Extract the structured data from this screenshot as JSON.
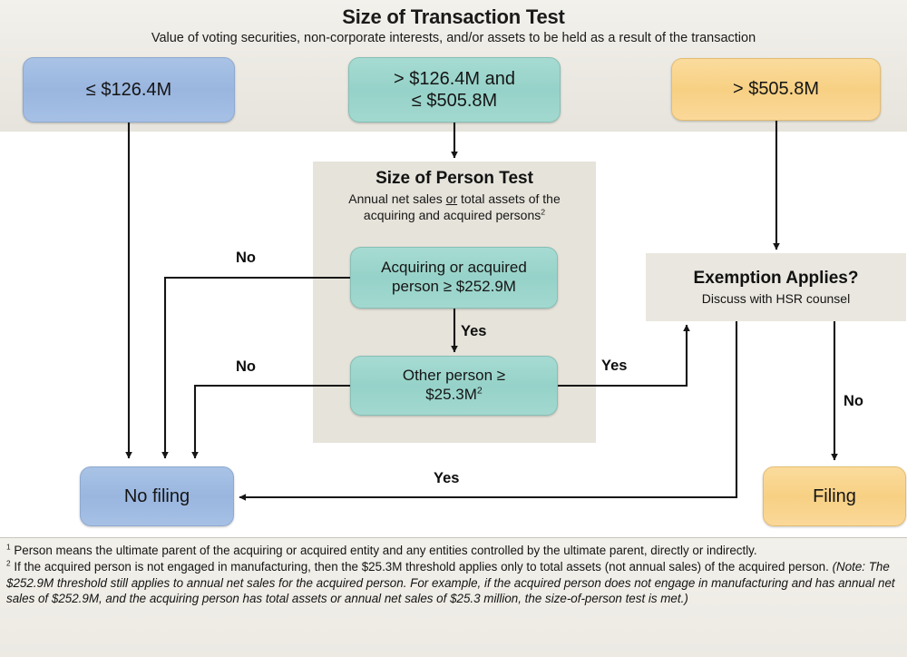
{
  "header": {
    "title": "Size of Transaction Test",
    "subtitle": "Value of voting securities, non-corporate interests, and/or assets to be held as a result of the transaction"
  },
  "nodes": {
    "lte_126": {
      "label": "≤ $126.4M",
      "color": "#9ab6df"
    },
    "between": {
      "line1": "> $126.4M  and",
      "line2": "≤ $505.8M",
      "color": "#96d2c9"
    },
    "gt_505": {
      "label": "> $505.8M",
      "color": "#f7d083"
    },
    "person_panel": {
      "title": "Size of Person Test",
      "sub_line1_a": "Annual  net sales ",
      "sub_line1_or": "or",
      "sub_line1_b": " total assets of the",
      "sub_line2": "acquiring and acquired persons",
      "sub_line2_sup": "2"
    },
    "acquiring": {
      "line1": "Acquiring or acquired",
      "line2": "person ≥ $252.9M",
      "color": "#96d2c9"
    },
    "other_person": {
      "line1": "Other person ≥",
      "line2": "$25.3M",
      "line2_sup": "2",
      "color": "#96d2c9"
    },
    "exemption": {
      "title": "Exemption Applies?",
      "sub": "Discuss with  HSR counsel",
      "color": "#e9e7df"
    },
    "no_filing": {
      "label": "No filing",
      "color": "#9ab6df"
    },
    "filing": {
      "label": "Filing",
      "color": "#f7d083"
    }
  },
  "edge_labels": {
    "no_acquiring": "No",
    "no_other": "No",
    "yes_acquiring_to_other": "Yes",
    "yes_other_to_exemption": "Yes",
    "no_exemption_to_filing": "No",
    "yes_exemption_to_nofiling": "Yes"
  },
  "footnotes": {
    "one_marker": "1",
    "one_text": " Person means the ultimate parent of the acquiring or acquired entity and any entities controlled by the ultimate parent, directly or indirectly.",
    "two_marker": "2",
    "two_text_a": " If the acquired person is not engaged in manufacturing, then the $25.3M threshold applies only to total assets (not annual sales) of the acquired person.  ",
    "two_text_italic": "(Note: The $252.9M threshold still applies to annual net sales for the acquired person.  For example, if the acquired person does not engage in manufacturing and has annual net sales of $252.9M, and the acquiring person has total assets or annual net sales of $25.3 million, the size-of-person test is met.)"
  }
}
